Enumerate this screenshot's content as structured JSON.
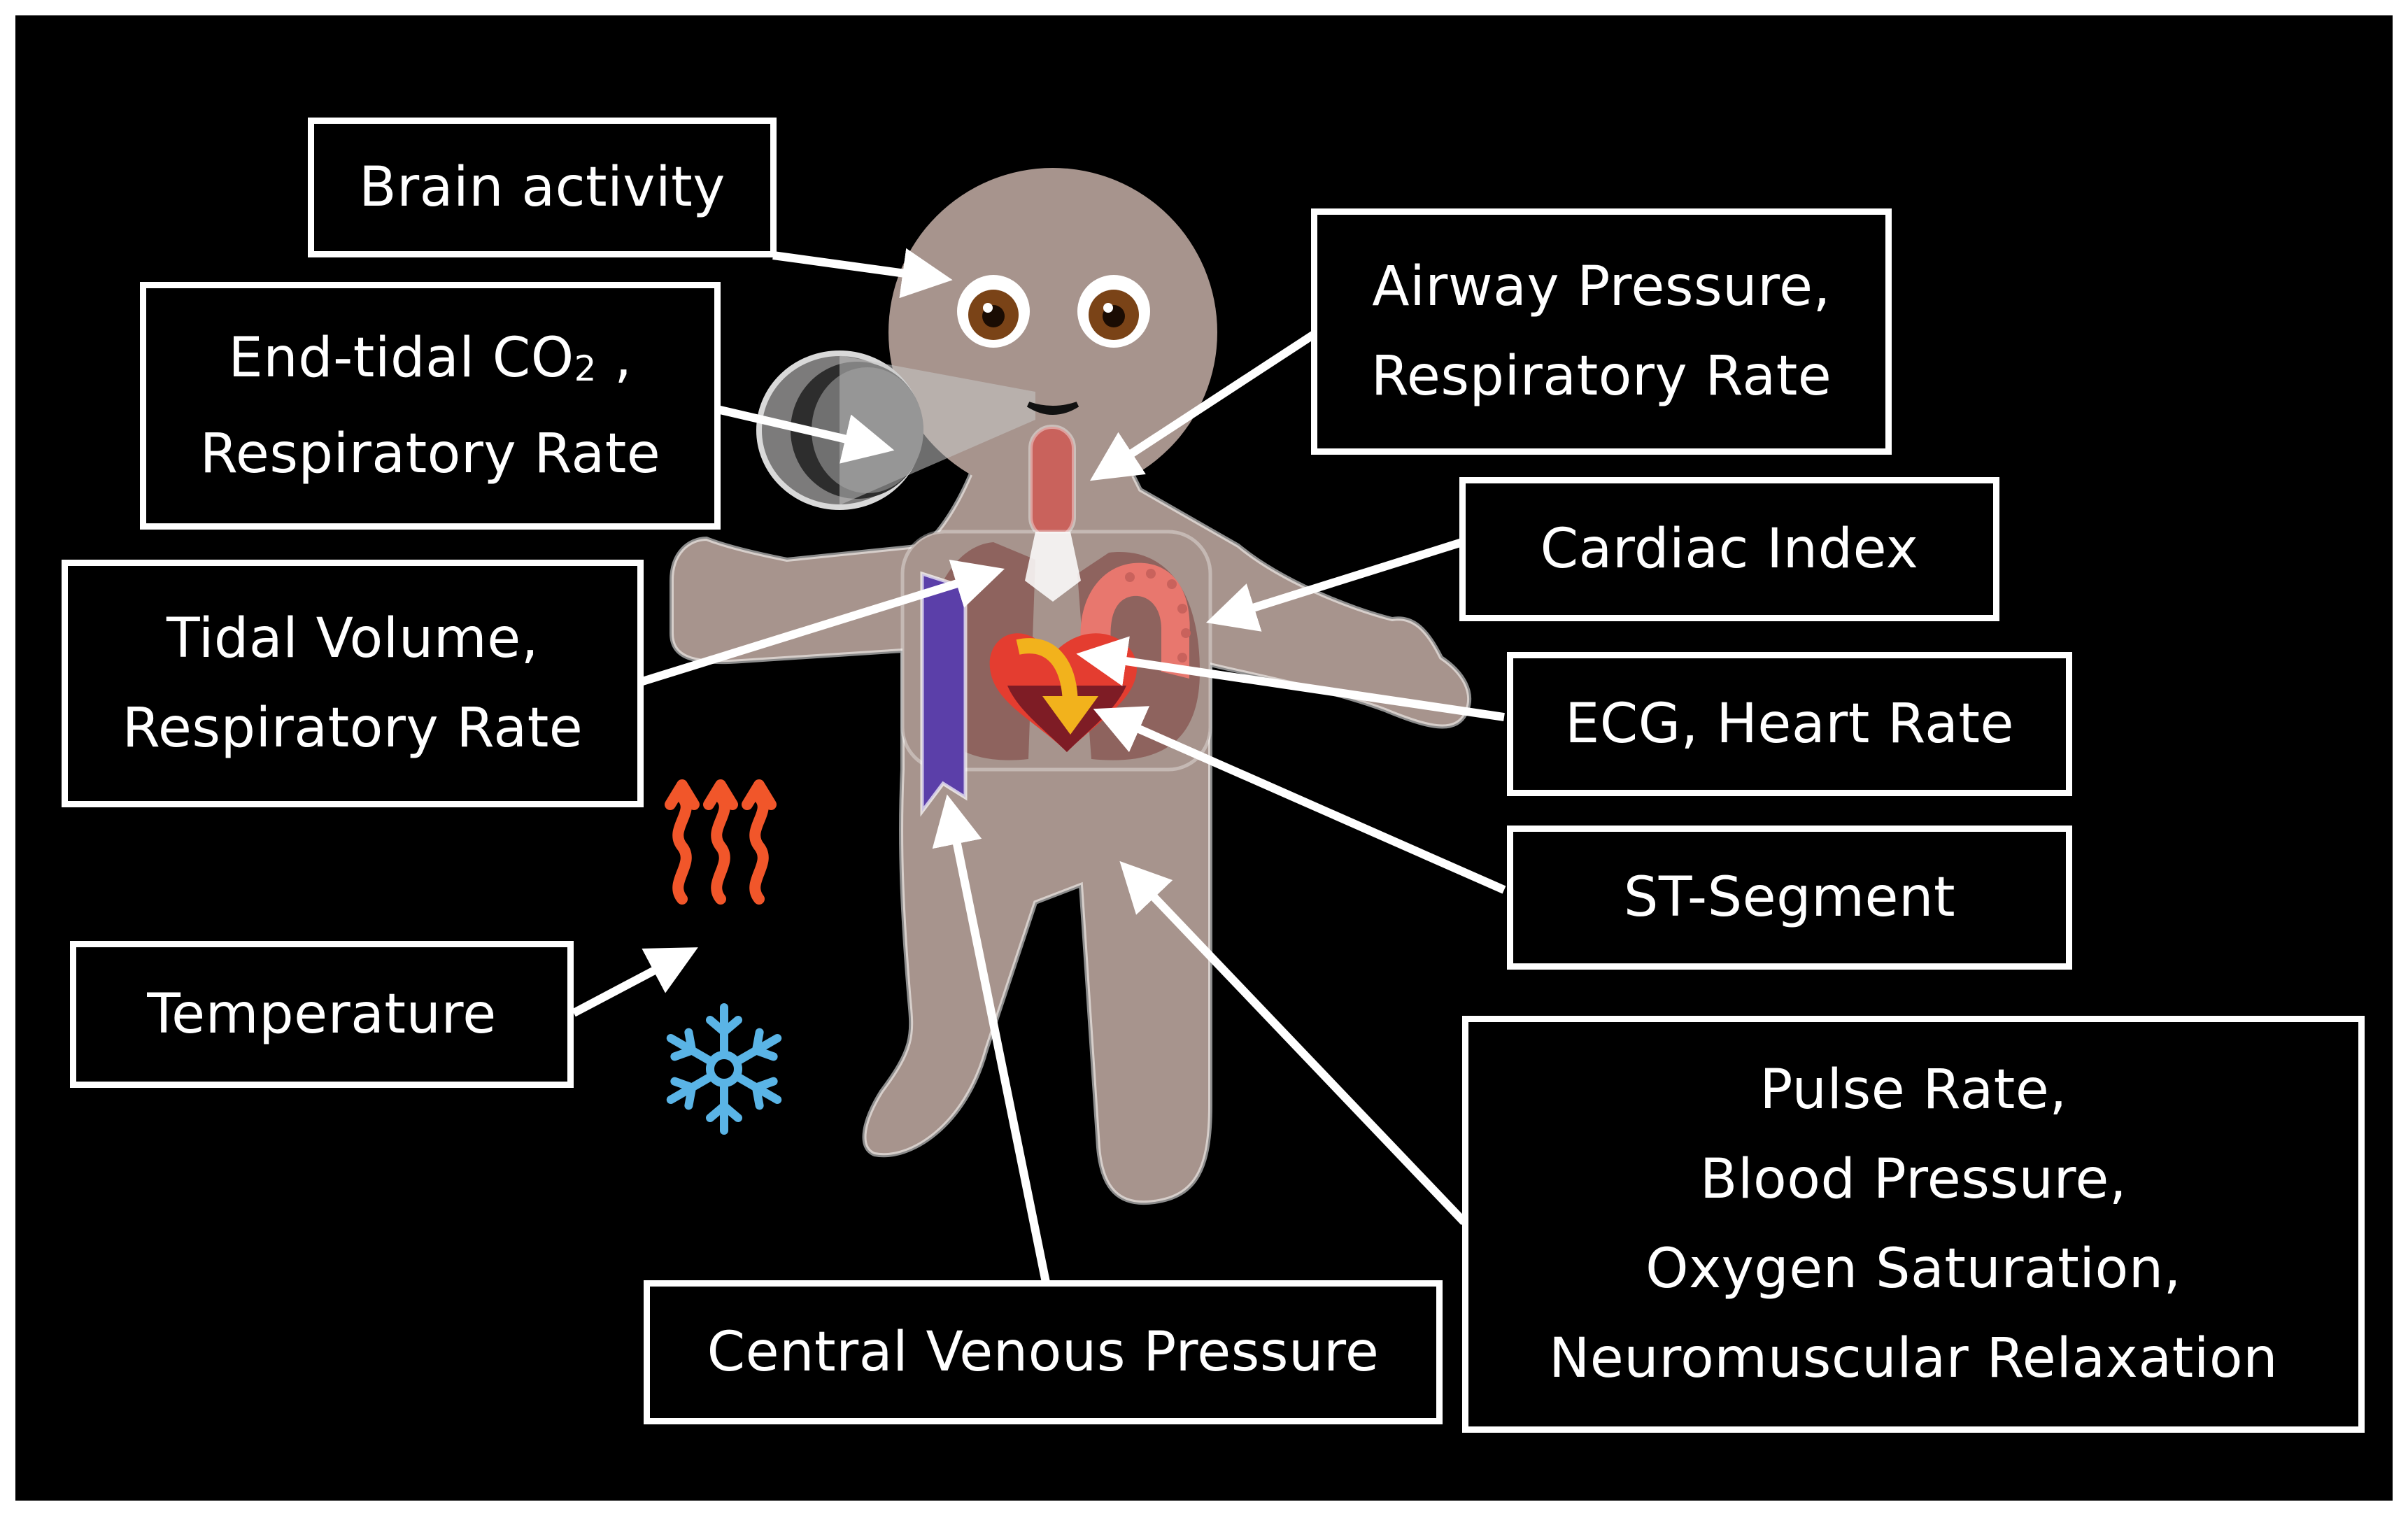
{
  "labels": {
    "brain": {
      "line1": "Brain activity"
    },
    "etco2": {
      "line1_main": "End-tidal CO",
      "line1_sub": "2",
      "line1_tail": " ,",
      "line2": "Respiratory Rate"
    },
    "airway": {
      "line1": "Airway Pressure,",
      "line2": "Respiratory Rate"
    },
    "cardiac": {
      "line1": "Cardiac Index"
    },
    "tidal": {
      "line1": "Tidal Volume,",
      "line2": "Respiratory Rate"
    },
    "ecg": {
      "line1": "ECG, Heart Rate"
    },
    "st": {
      "line1": "ST-Segment"
    },
    "temperature": {
      "line1": "Temperature"
    },
    "pulse": {
      "line1": "Pulse Rate,",
      "line2": "Blood Pressure,",
      "line3": "Oxygen Saturation,",
      "line4": "Neuromuscular Relaxation"
    },
    "cvp": {
      "line1": "Central Venous Pressure"
    }
  },
  "colors": {
    "background": "#000000",
    "body": "#a7948d",
    "outline": "#ffffff",
    "heat": "#f1562a",
    "cold": "#5ab4e6",
    "vein": "#5b3fa9",
    "heart": "#e43d30",
    "flow": "#f2b21c",
    "lung": "#8a5a56",
    "trachea": "#c9625c"
  },
  "icons": [
    "eye-icon",
    "heat-waves-icon",
    "snowflake-icon",
    "heart-icon",
    "lung-icon"
  ]
}
